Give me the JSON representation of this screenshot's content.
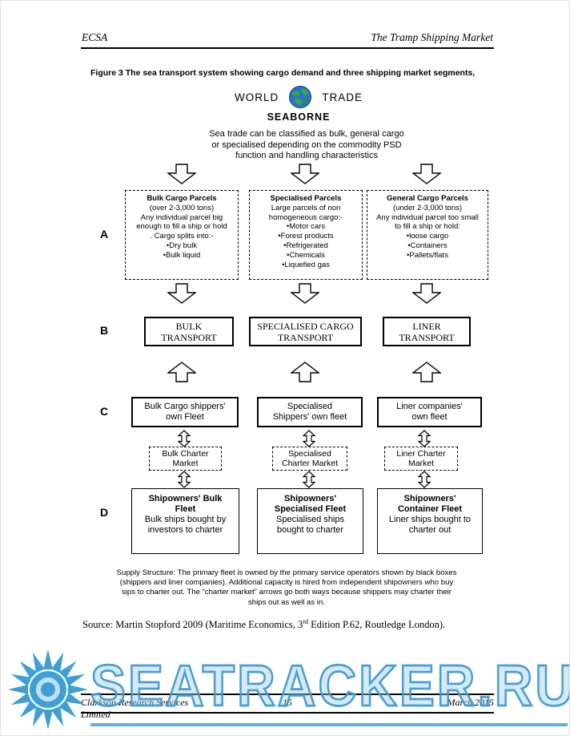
{
  "page": {
    "header_left": "ECSA",
    "header_right": "The Tramp Shipping Market",
    "footer_left": "Clarkson Research Services Limited",
    "footer_page": "15",
    "footer_right": "March 2015",
    "watermark": "SEATRACKER.RU"
  },
  "figure": {
    "caption": "Figure 3 The sea transport system showing cargo demand and three shipping market segments,",
    "world": "WORLD",
    "trade": "TRADE",
    "seaborne": "SEABORNE",
    "intro": "Sea trade can be classified as bulk, general cargo\nor specialised depending on the commodity PSD\nfunction and handling characteristics",
    "labels": {
      "a": "A",
      "b": "B",
      "c": "C",
      "d": "D"
    },
    "row_a": [
      {
        "title": "Bulk Cargo Parcels",
        "body": "(over 2-3,000 tons)\nAny individual parcel  big\nenough to fill a ship or hold\n. Cargo splits into:-\n•Dry bulk\n•Bulk liquid"
      },
      {
        "title": "Specialised Parcels",
        "body": "Large parcels of non\nhomogeneous cargo:-\n•Motor cars\n•Forest products\n•Refrigerated\n•Chemicals\n•Liquefied gas"
      },
      {
        "title": "General Cargo Parcels",
        "body": "(under 2-3,000 tons)\nAny individual parcel too small\nto fill a ship or hold:\n•loose cargo\n•Containers\n•Pallets/flats"
      }
    ],
    "row_b": [
      {
        "label": "BULK\nTRANSPORT"
      },
      {
        "label": "SPECIALISED CARGO\nTRANSPORT"
      },
      {
        "label": "LINER\nTRANSPORT"
      }
    ],
    "row_c": [
      {
        "label": "Bulk Cargo shippers'\nown Fleet"
      },
      {
        "label": "Specialised\nShippers' own fleet"
      },
      {
        "label": "Liner companies'\nown fleet"
      }
    ],
    "charter": [
      {
        "label": "Bulk Charter\nMarket"
      },
      {
        "label": "Specialised\nCharter Market"
      },
      {
        "label": "Liner Charter\nMarket"
      }
    ],
    "row_d": [
      {
        "title": "Shipowners' Bulk\nFleet",
        "body": "Bulk ships bought by\ninvestors to charter"
      },
      {
        "title": "Shipowners'\nSpecialised Fleet",
        "body": "Specialised ships\nbought to charter"
      },
      {
        "title": "Shipowners'\nContainer Fleet",
        "body": "Liner ships bought to\ncharter out"
      }
    ],
    "supply_note": "Supply Structure: The primary fleet is owned by the primary service operators shown by black boxes\n(shippers and liner companies). Additional capacity is hired from independent shipowners who buy\nsips to charter out. The “charter market” arrows go both ways because shippers may charter their\nships out as well as in.",
    "source_pre": "Source: Martin Stopford 2009 (Maritime Economics, 3",
    "source_sup": "rd",
    "source_post": " Edition P.62, Routledge London)."
  },
  "colors": {
    "watermark_blue": "#4a9fd4",
    "ink": "#000000"
  }
}
